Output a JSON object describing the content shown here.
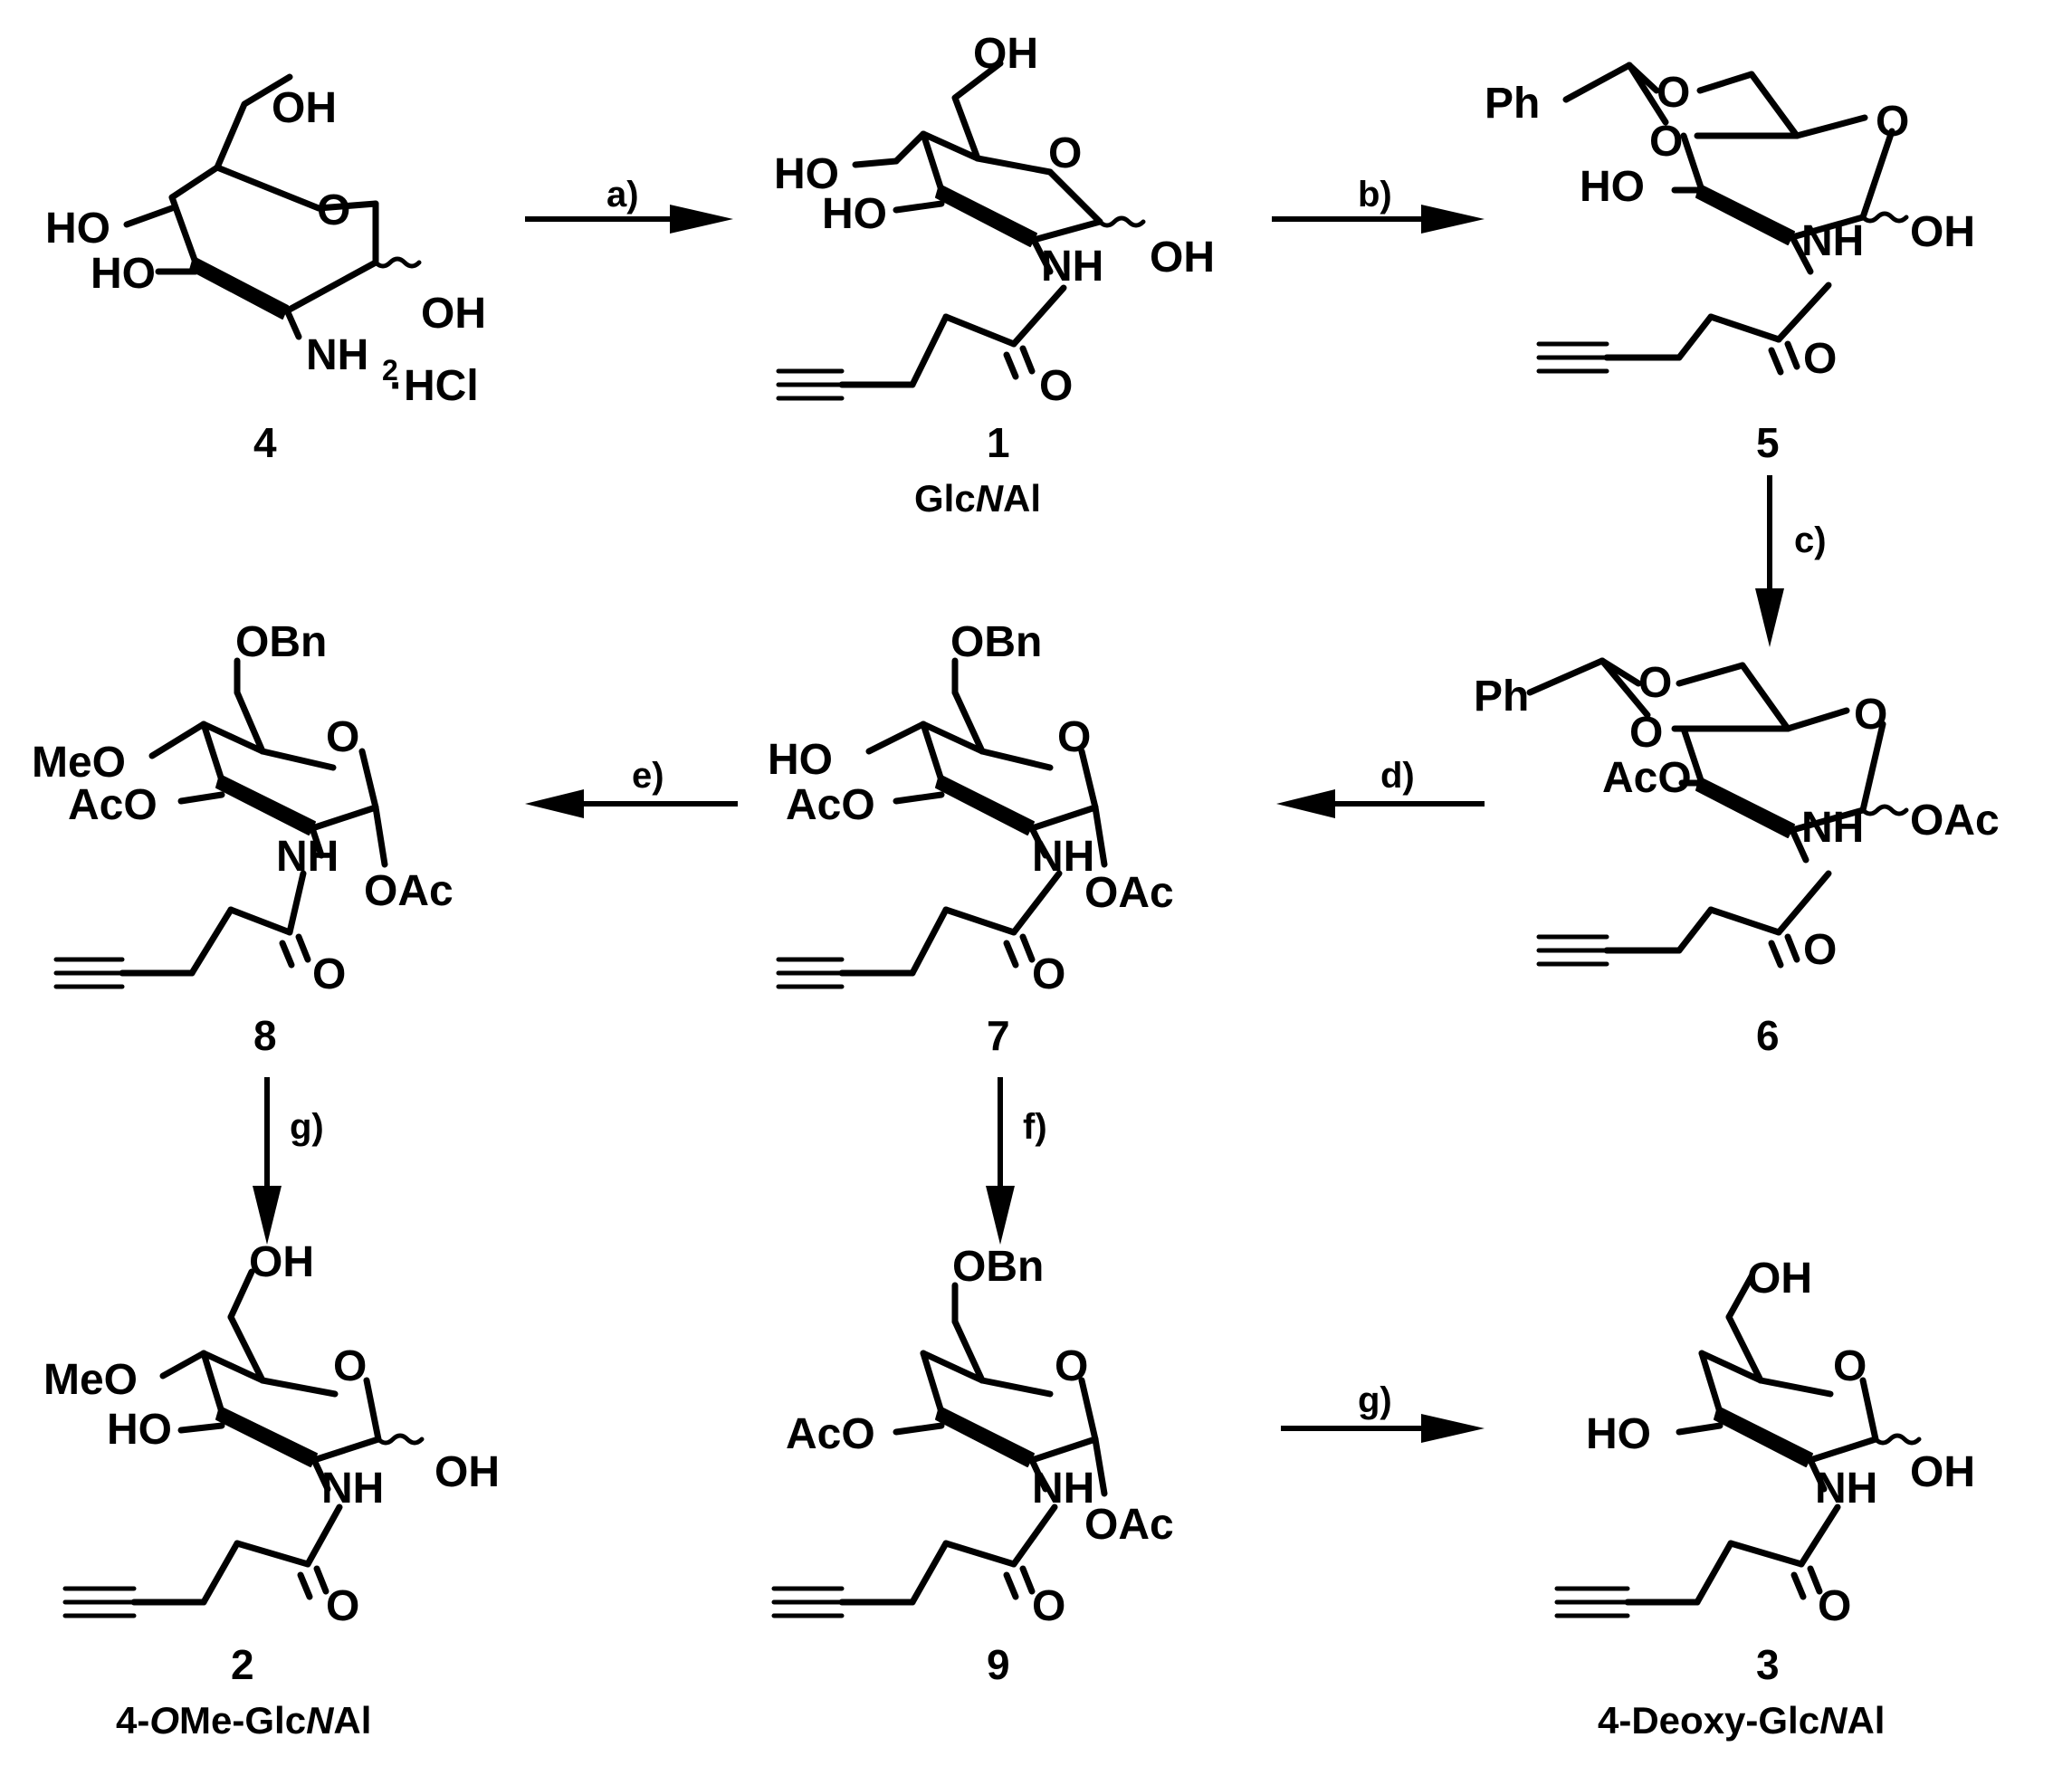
{
  "atoms": {
    "OH": "OH",
    "HO": "HO",
    "O": "O",
    "NH": "NH",
    "NH2": "NH",
    "sub2": "2",
    "HCl": "·HCl",
    "Ph": "Ph",
    "OAc": "OAc",
    "AcO": "AcO",
    "OBn": "OBn",
    "MeO": "MeO"
  },
  "compounds": {
    "c4": {
      "number": "4"
    },
    "c1": {
      "number": "1",
      "name_parts": [
        "Glc",
        "N",
        "Al"
      ]
    },
    "c5": {
      "number": "5"
    },
    "c6": {
      "number": "6"
    },
    "c7": {
      "number": "7"
    },
    "c8": {
      "number": "8"
    },
    "c2": {
      "number": "2",
      "name_parts": [
        "4-",
        "O",
        "Me-Glc",
        "N",
        "Al"
      ]
    },
    "c9": {
      "number": "9"
    },
    "c3": {
      "number": "3",
      "name_parts": [
        "4-Deoxy-Glc",
        "N",
        "Al"
      ]
    }
  },
  "conditions": {
    "a": "a)",
    "b": "b)",
    "c": "c)",
    "d": "d)",
    "e": "e)",
    "f": "f)",
    "g1": "g)",
    "g2": "g)"
  }
}
